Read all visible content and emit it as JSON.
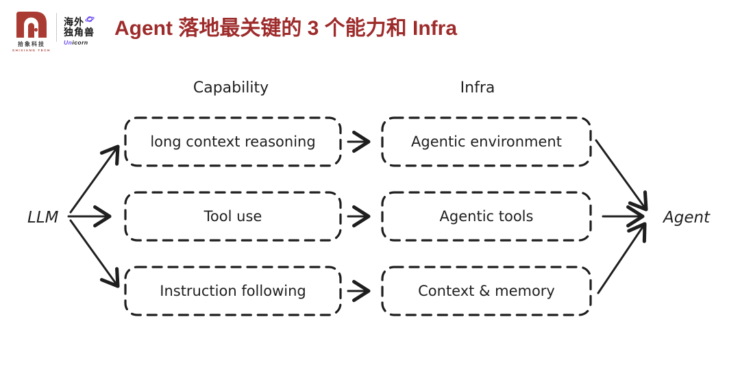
{
  "header": {
    "title": "Agent 落地最关键的 3 个能力和 Infra",
    "shixiang_logo": {
      "cn": "拾象科技",
      "en": "SHIXIANG TECH"
    },
    "unicorn_logo": {
      "cn_line1": "海外",
      "cn_line2": "独角兽",
      "caption_prefix": "Un",
      "caption_rest": "icorn"
    }
  },
  "diagram": {
    "column_headers": {
      "capability": "Capability",
      "infra": "Infra"
    },
    "source_label": "LLM",
    "target_label": "Agent",
    "rows": [
      {
        "capability": "long context reasoning",
        "infra": "Agentic environment"
      },
      {
        "capability": "Tool use",
        "infra": "Agentic tools"
      },
      {
        "capability": "Instruction following",
        "infra": "Context & memory"
      }
    ]
  },
  "colors": {
    "title_red": "#9E2B2B",
    "logo_red": "#A93B32",
    "accent_purple": "#6C4CF1",
    "ink": "#1e1e1e"
  }
}
